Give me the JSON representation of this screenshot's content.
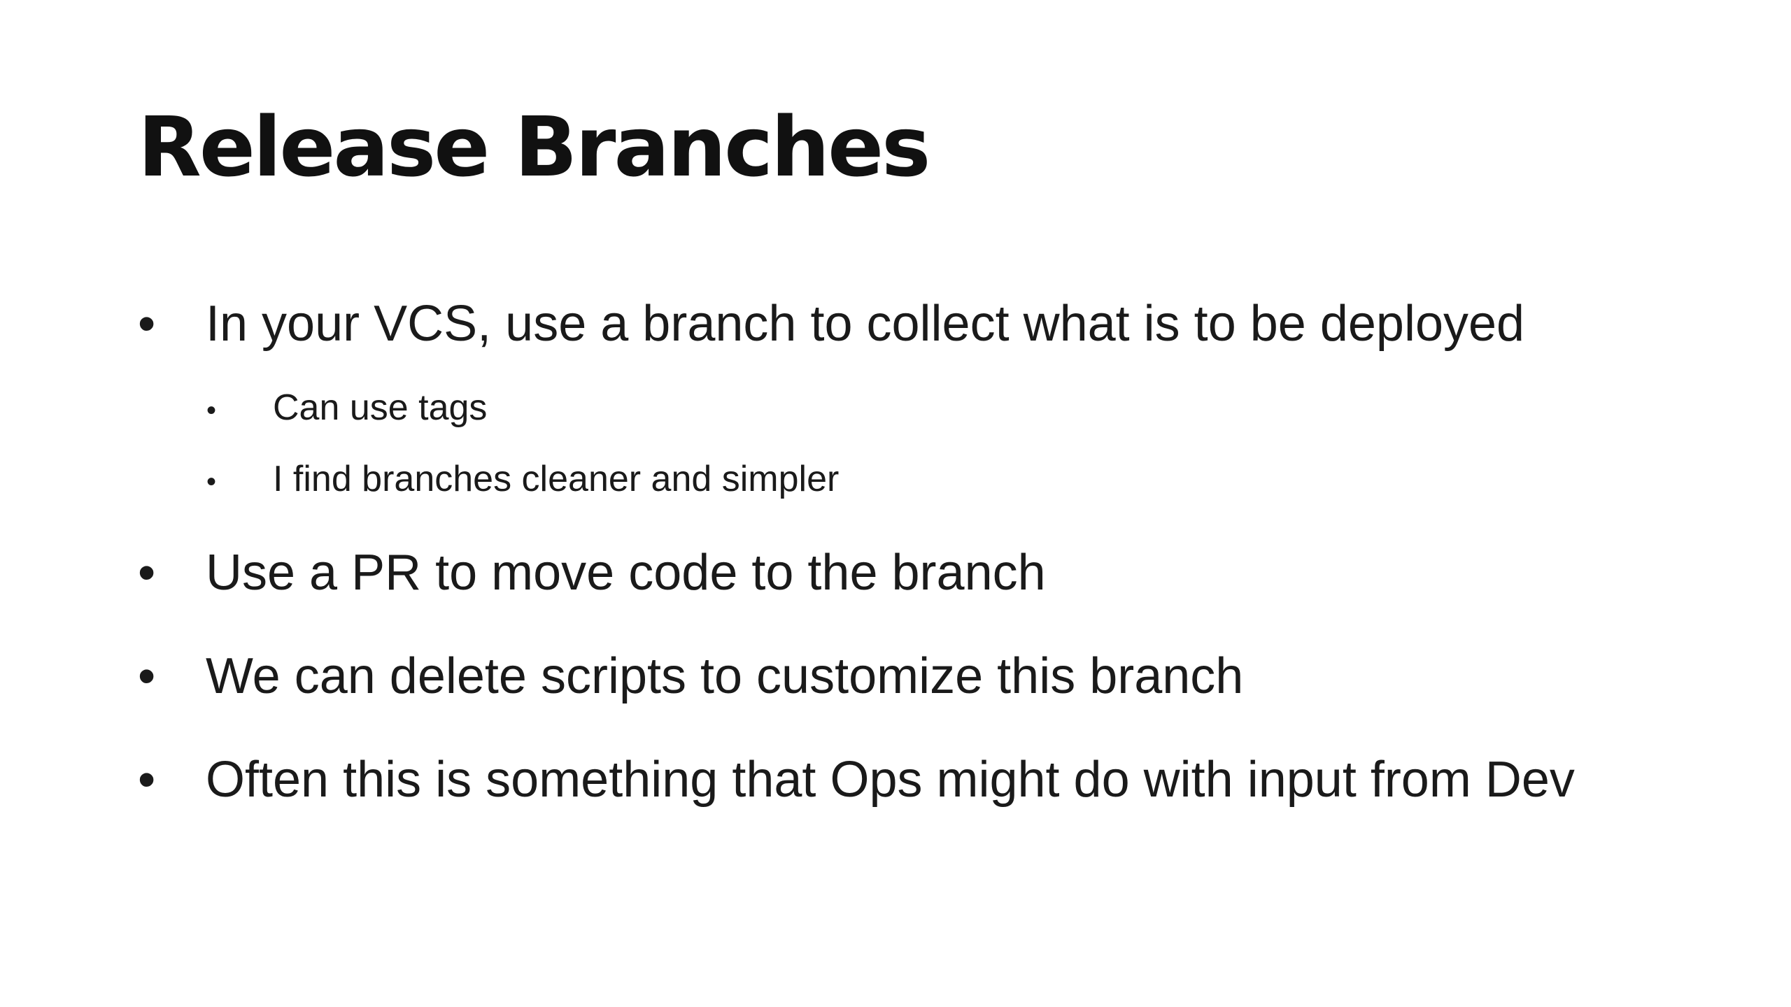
{
  "slide": {
    "title": "Release Branches",
    "bullet_glyph": "•",
    "bullets": [
      {
        "text": "In your VCS, use a branch to collect what is to be deployed",
        "sub_bullets": [
          "Can use tags",
          "I find branches cleaner and simpler"
        ]
      },
      {
        "text": "Use a PR to move code to the branch",
        "sub_bullets": []
      },
      {
        "text": "We can delete scripts to customize this branch",
        "sub_bullets": []
      },
      {
        "text": "Often this is something that Ops might do with input from Dev",
        "sub_bullets": []
      }
    ]
  }
}
